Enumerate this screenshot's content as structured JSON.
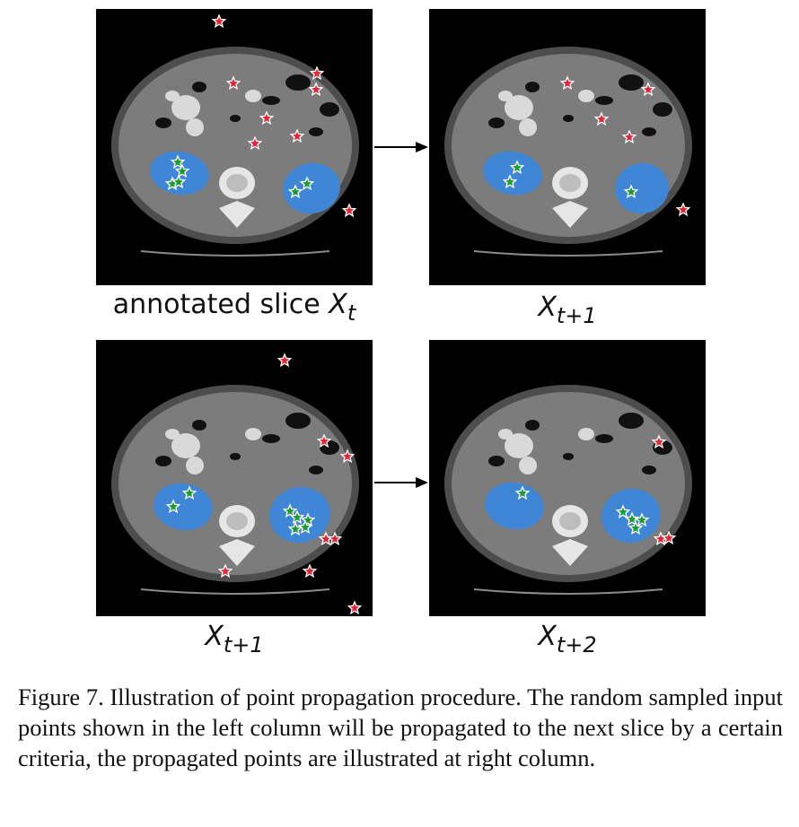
{
  "panels": [
    {
      "id": "top-left",
      "label_prefix": "annotated slice ",
      "label_var": "X",
      "label_sub": "t"
    },
    {
      "id": "top-right",
      "label_prefix": "",
      "label_var": "X",
      "label_sub": "t+1"
    },
    {
      "id": "bottom-left",
      "label_prefix": "",
      "label_var": "X",
      "label_sub": "t+1"
    },
    {
      "id": "bottom-right",
      "label_prefix": "",
      "label_var": "X",
      "label_sub": "t+2"
    }
  ],
  "caption": "Figure 7. Illustration of point propagation procedure. The random sampled input points shown in the left column will be propagated to the next slice by a certain criteria, the propagated points are illustrated at right column.",
  "colors": {
    "background": "#000000",
    "body": "#7c7c7c",
    "kidney_mask": "#3f86d6",
    "negative_point": "#e32636",
    "positive_point": "#1f9a2e",
    "arrow": "#000000"
  },
  "legend_icons": [
    "red-star-negative-point",
    "green-star-positive-point"
  ]
}
